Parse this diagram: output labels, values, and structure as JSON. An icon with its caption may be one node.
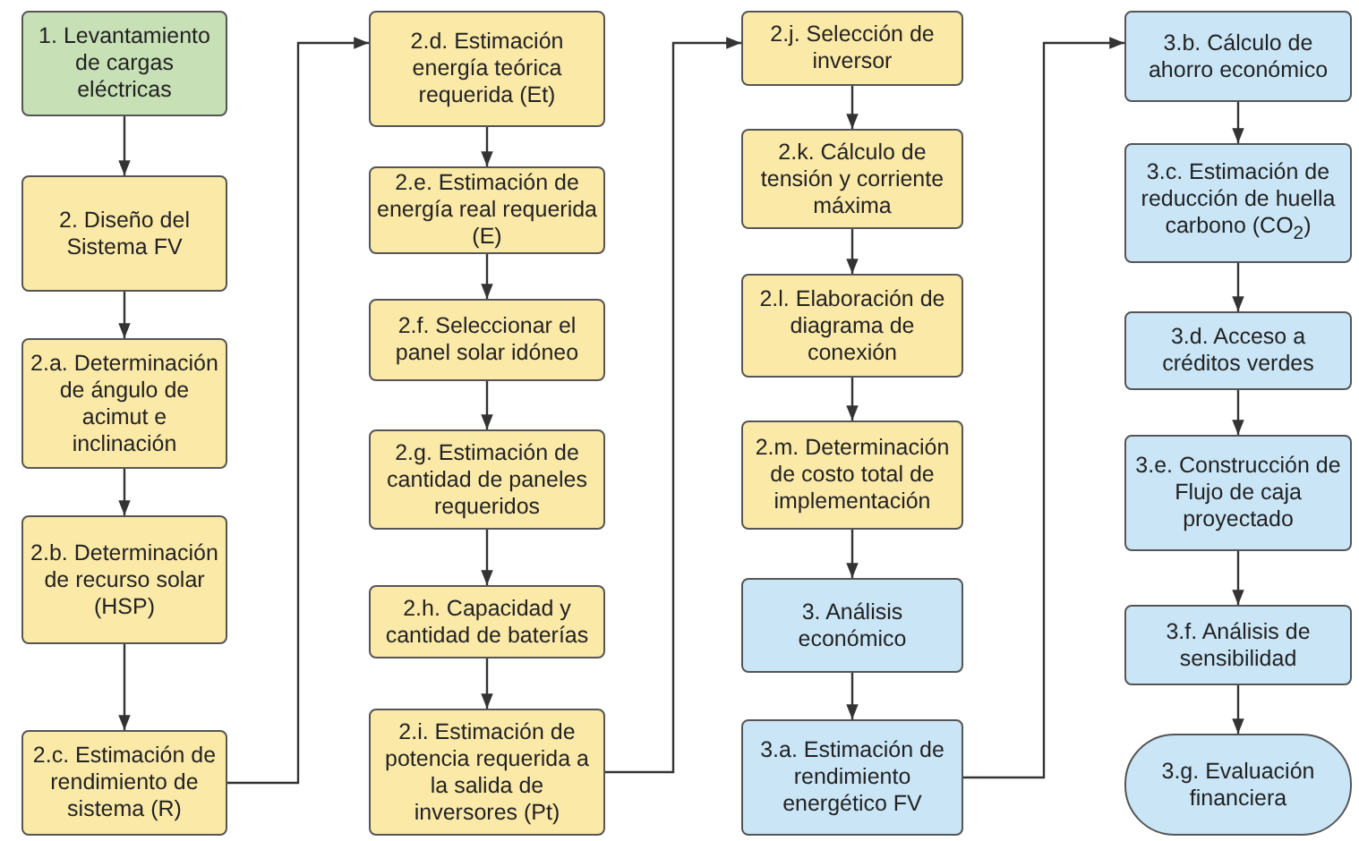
{
  "diagram": {
    "nodes": [
      {
        "text": [
          "1. Levantamiento de cargas eléctricas"
        ]
      },
      {
        "text": [
          "2. Diseño del Sistema FV"
        ]
      },
      {
        "text": [
          "2.a. Determinación de ángulo de acimut e inclinación"
        ]
      },
      {
        "text": [
          "2.b. Determinación de recurso solar (HSP)"
        ]
      },
      {
        "text": [
          "2.c. Estimación de rendimiento de sistema (R)"
        ]
      },
      {
        "text": [
          "2.d. Estimación energía teórica requerida (Et)"
        ]
      },
      {
        "text": [
          "2.e. Estimación de energía real requerida (E)"
        ]
      },
      {
        "text": [
          "2.f. Seleccionar el panel solar idóneo"
        ]
      },
      {
        "text": [
          "2.g. Estimación de cantidad de paneles requeridos"
        ]
      },
      {
        "text": [
          "2.h. Capacidad y cantidad de baterías"
        ]
      },
      {
        "text": [
          "2.i. Estimación de potencia requerida a la salida de inversores (Pt)"
        ]
      },
      {
        "text": [
          "2.j. Selección de inversor"
        ]
      },
      {
        "text": [
          "2.k. Cálculo de tensión y corriente máxima"
        ]
      },
      {
        "text": [
          "2.l. Elaboración de diagrama de conexión"
        ]
      },
      {
        "text": [
          "2.m. Determinación de costo total de implementación"
        ]
      },
      {
        "text": [
          "3. Análisis económico"
        ]
      },
      {
        "text": [
          "3.a. Estimación de rendimiento energético FV"
        ]
      },
      {
        "text": [
          "3.b. Cálculo de ahorro económico"
        ]
      },
      {
        "text": [
          "3.c. Estimación de reducción de huella carbono (CO$_{2}$)"
        ]
      },
      {
        "text": [
          "3.d. Acceso a créditos verdes"
        ]
      },
      {
        "text": [
          "3.e. Construcción de Flujo de caja proyectado"
        ]
      },
      {
        "text": [
          "3.f. Análisis de sensibilidad"
        ]
      },
      {
        "text": [
          "3.g. Evaluación financiera"
        ]
      }
    ],
    "edges": [
      {
        "from": 0,
        "to": 1,
        "arrow": "to"
      },
      {
        "from": 1,
        "to": 2,
        "arrow": "to"
      },
      {
        "from": 2,
        "to": 3,
        "arrow": "to"
      },
      {
        "from": 3,
        "to": 4,
        "arrow": "to"
      },
      {
        "from": 4,
        "to": 5,
        "arrow": "to"
      },
      {
        "from": 5,
        "to": 6,
        "arrow": "to"
      },
      {
        "from": 6,
        "to": 7,
        "arrow": "to"
      },
      {
        "from": 7,
        "to": 8,
        "arrow": "to"
      },
      {
        "from": 8,
        "to": 9,
        "arrow": "to"
      },
      {
        "from": 9,
        "to": 10,
        "arrow": "to"
      },
      {
        "from": 10,
        "to": 11,
        "arrow": "to"
      },
      {
        "from": 11,
        "to": 12,
        "arrow": "to"
      },
      {
        "from": 12,
        "to": 13,
        "arrow": "to"
      },
      {
        "from": 13,
        "to": 14,
        "arrow": "to"
      },
      {
        "from": 14,
        "to": 15,
        "arrow": "to"
      },
      {
        "from": 15,
        "to": 16,
        "arrow": "to"
      },
      {
        "from": 16,
        "to": 17,
        "arrow": "to"
      },
      {
        "from": 17,
        "to": 18,
        "arrow": "to"
      },
      {
        "from": 18,
        "to": 19,
        "arrow": "to"
      },
      {
        "from": 19,
        "to": 20,
        "arrow": "to"
      },
      {
        "from": 20,
        "to": 21,
        "arrow": "to"
      },
      {
        "from": 21,
        "to": 22,
        "arrow": "to"
      }
    ]
  }
}
